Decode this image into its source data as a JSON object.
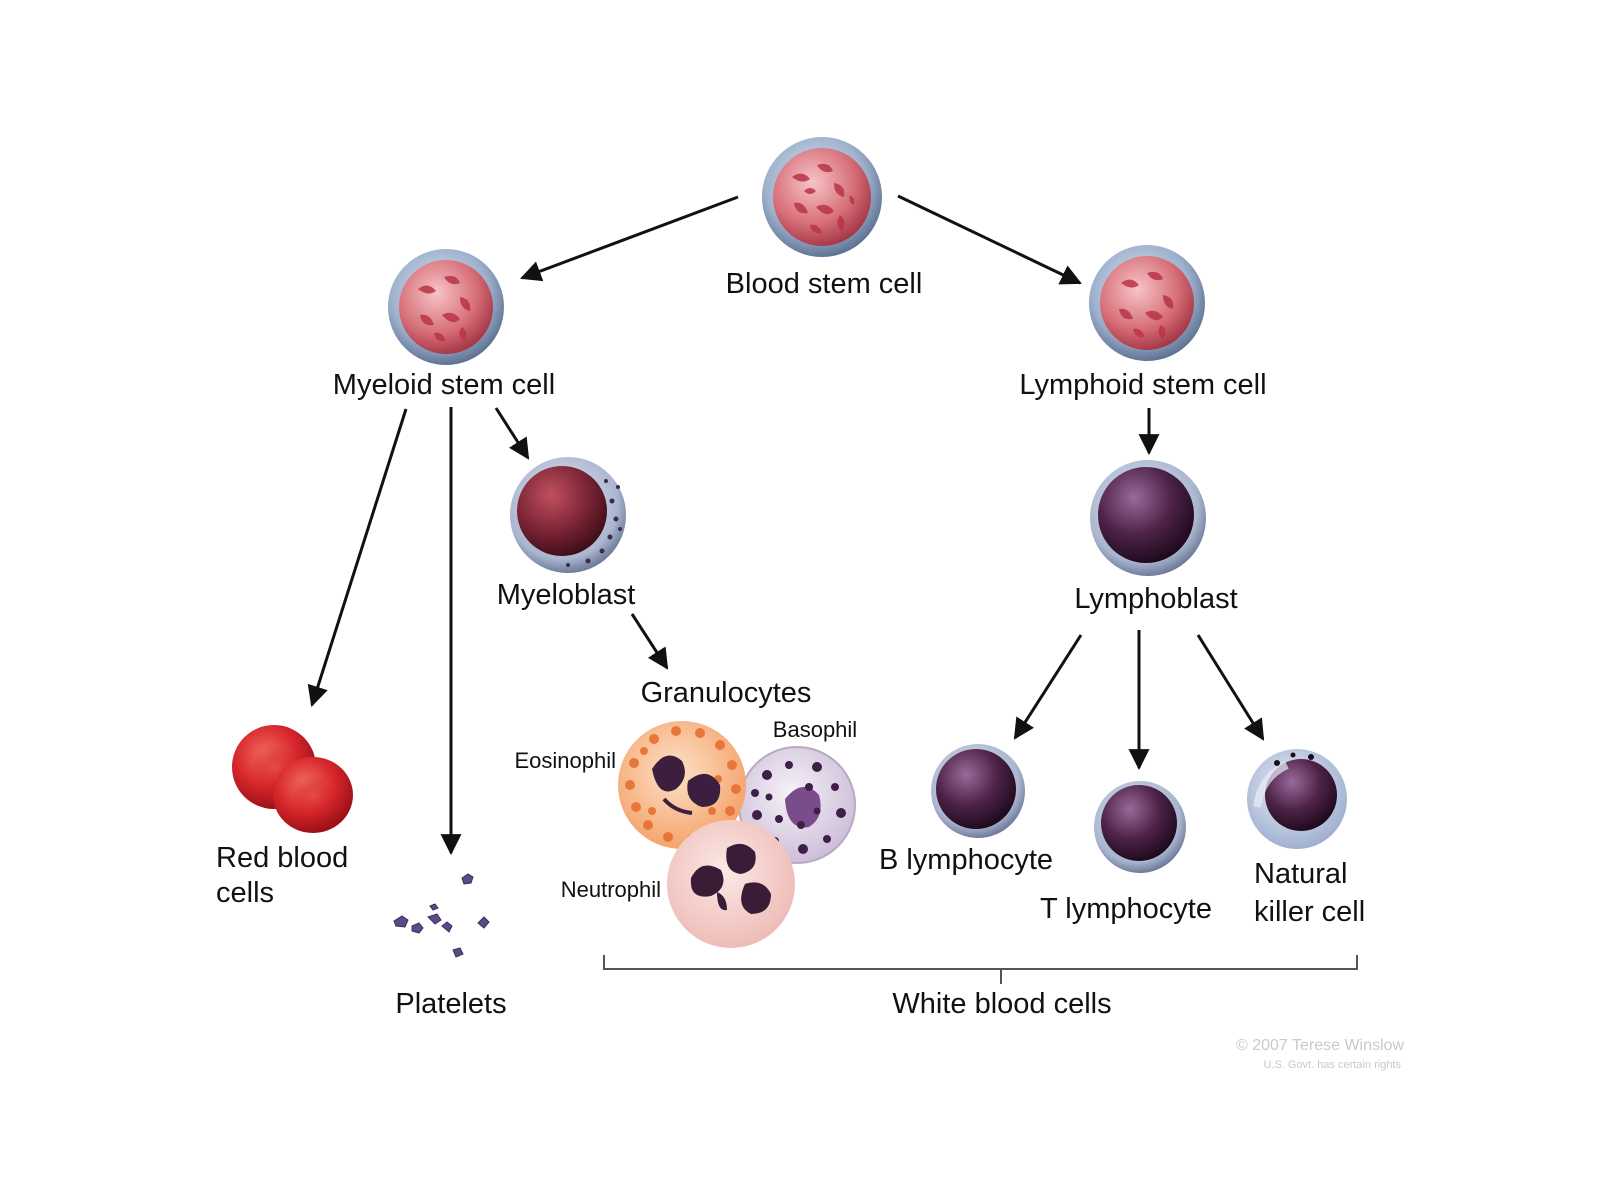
{
  "diagram": {
    "root": {
      "label": "Blood stem cell"
    },
    "myeloid_branch": {
      "stem_label": "Myeloid stem cell",
      "red_blood_cells": {
        "line1": "Red blood",
        "line2": "cells"
      },
      "platelets": "Platelets",
      "myeloblast": "Myeloblast",
      "granulocytes": {
        "title": "Granulocytes",
        "eosinophil": "Eosinophil",
        "basophil": "Basophil",
        "neutrophil": "Neutrophil"
      }
    },
    "lymphoid_branch": {
      "stem_label": "Lymphoid stem cell",
      "lymphoblast": "Lymphoblast",
      "b_lymphocyte": "B lymphocyte",
      "t_lymphocyte": "T lymphocyte",
      "nk_cell": {
        "line1": "Natural",
        "line2": "killer cell"
      }
    },
    "white_blood_cells_bracket": "White blood cells",
    "watermark": {
      "line1": "© 2007 Terese Winslow",
      "line2": "U.S. Govt. has certain rights"
    }
  },
  "colors": {
    "stem_cell_membrane": "#8fa3c0",
    "stem_cell_nucleus": "#c9485a",
    "red_blood_cell": "#d9282e",
    "blast_nucleus": "#6e1e2f",
    "lymphocyte_nucleus": "#3a1838",
    "eosinophil_granules": "#e8763a",
    "basophil_granules": "#4a2a52",
    "neutrophil_cytoplasm": "#f3c9c8"
  }
}
